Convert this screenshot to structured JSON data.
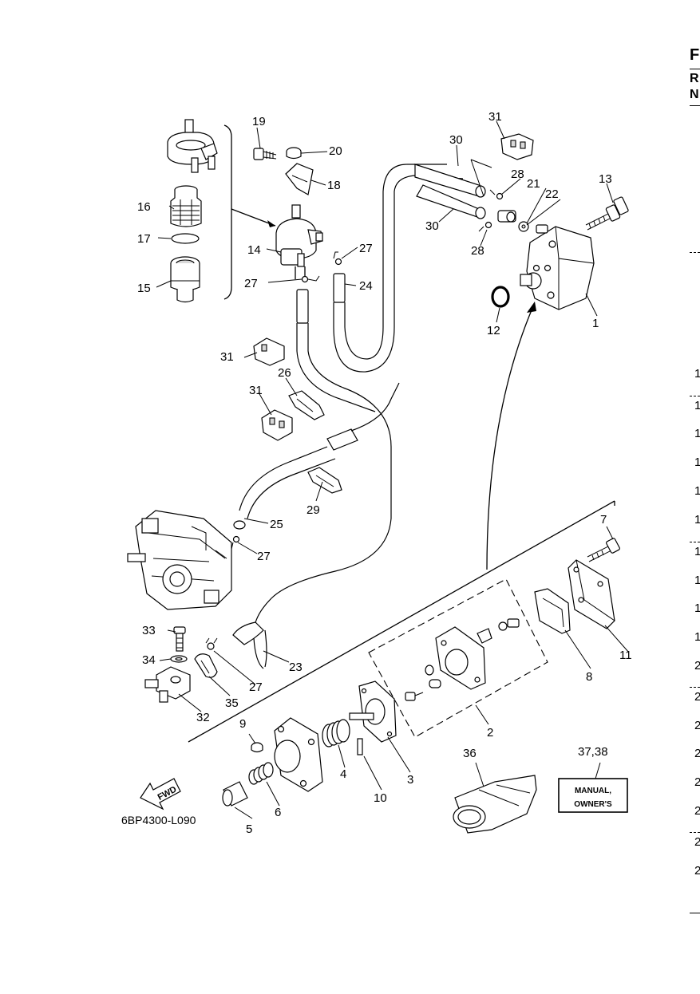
{
  "drawing_code": "6BP4300-L090",
  "direction_label": "FWD",
  "manual_label": [
    "MANUAL,",
    "OWNER'S"
  ],
  "margin": {
    "header_letters": [
      "F",
      "R",
      "N"
    ],
    "row_numbers": [
      "1",
      "1",
      "1",
      "1",
      "1",
      "1",
      "1",
      "1",
      "1",
      "1",
      "2",
      "2",
      "2",
      "2",
      "2",
      "2",
      "2",
      "2"
    ]
  },
  "parts": {
    "p1": "1",
    "p2": "2",
    "p3": "3",
    "p4": "4",
    "p5": "5",
    "p6": "6",
    "p7": "7",
    "p8": "8",
    "p9": "9",
    "p10": "10",
    "p11": "11",
    "p12": "12",
    "p13": "13",
    "p14": "14",
    "p15": "15",
    "p16": "16",
    "p17": "17",
    "p18": "18",
    "p19": "19",
    "p20": "20",
    "p21": "21",
    "p22": "22",
    "p23": "23",
    "p24": "24",
    "p25": "25",
    "p26": "26",
    "p27a": "27",
    "p27b": "27",
    "p27c": "27",
    "p27d": "27",
    "p28a": "28",
    "p28b": "28",
    "p29": "29",
    "p30a": "30",
    "p30b": "30",
    "p31a": "31",
    "p31b": "31",
    "p31c": "31",
    "p32": "32",
    "p33": "33",
    "p34": "34",
    "p35": "35",
    "p36": "36",
    "p3738": "37,38"
  }
}
